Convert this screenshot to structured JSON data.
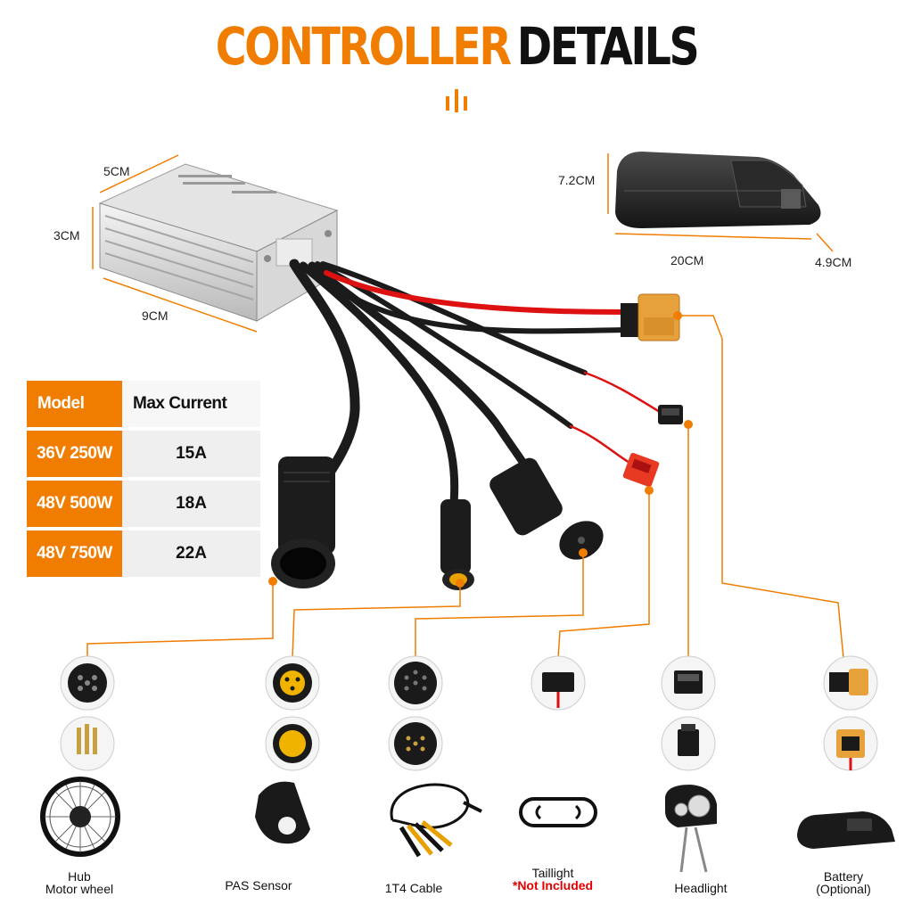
{
  "title": {
    "part1": "CONTROLLER",
    "part2": "DETAILS"
  },
  "controller_dims": {
    "width": "5CM",
    "height": "3CM",
    "length": "9CM"
  },
  "battery_dims": {
    "height": "7.2CM",
    "length": "20CM",
    "depth": "4.9CM"
  },
  "spec_table": {
    "header": [
      "Model",
      "Max Current"
    ],
    "rows": [
      {
        "model": "36V 250W",
        "current": "15A"
      },
      {
        "model": "48V 500W",
        "current": "18A"
      },
      {
        "model": "48V 750W",
        "current": "22A"
      }
    ]
  },
  "connectors": [
    {
      "label_line1": "Hub",
      "label_line2": "Motor wheel",
      "icon": "motor-plug-icon"
    },
    {
      "label_line1": "PAS  Sensor",
      "icon": "pas-sensor-icon"
    },
    {
      "label_line1": "1T4 Cable",
      "icon": "cable-icon"
    },
    {
      "label_line1": "Taillight",
      "label_line2": "*Not Included",
      "icon": "taillight-icon"
    },
    {
      "label_line1": "Headlight",
      "icon": "headlight-icon"
    },
    {
      "label_line1": "Battery",
      "label_line2": "(Optional)",
      "icon": "battery-icon"
    }
  ],
  "colors": {
    "accent": "#f07d00",
    "dark": "#111111",
    "warning": "#e60000"
  }
}
